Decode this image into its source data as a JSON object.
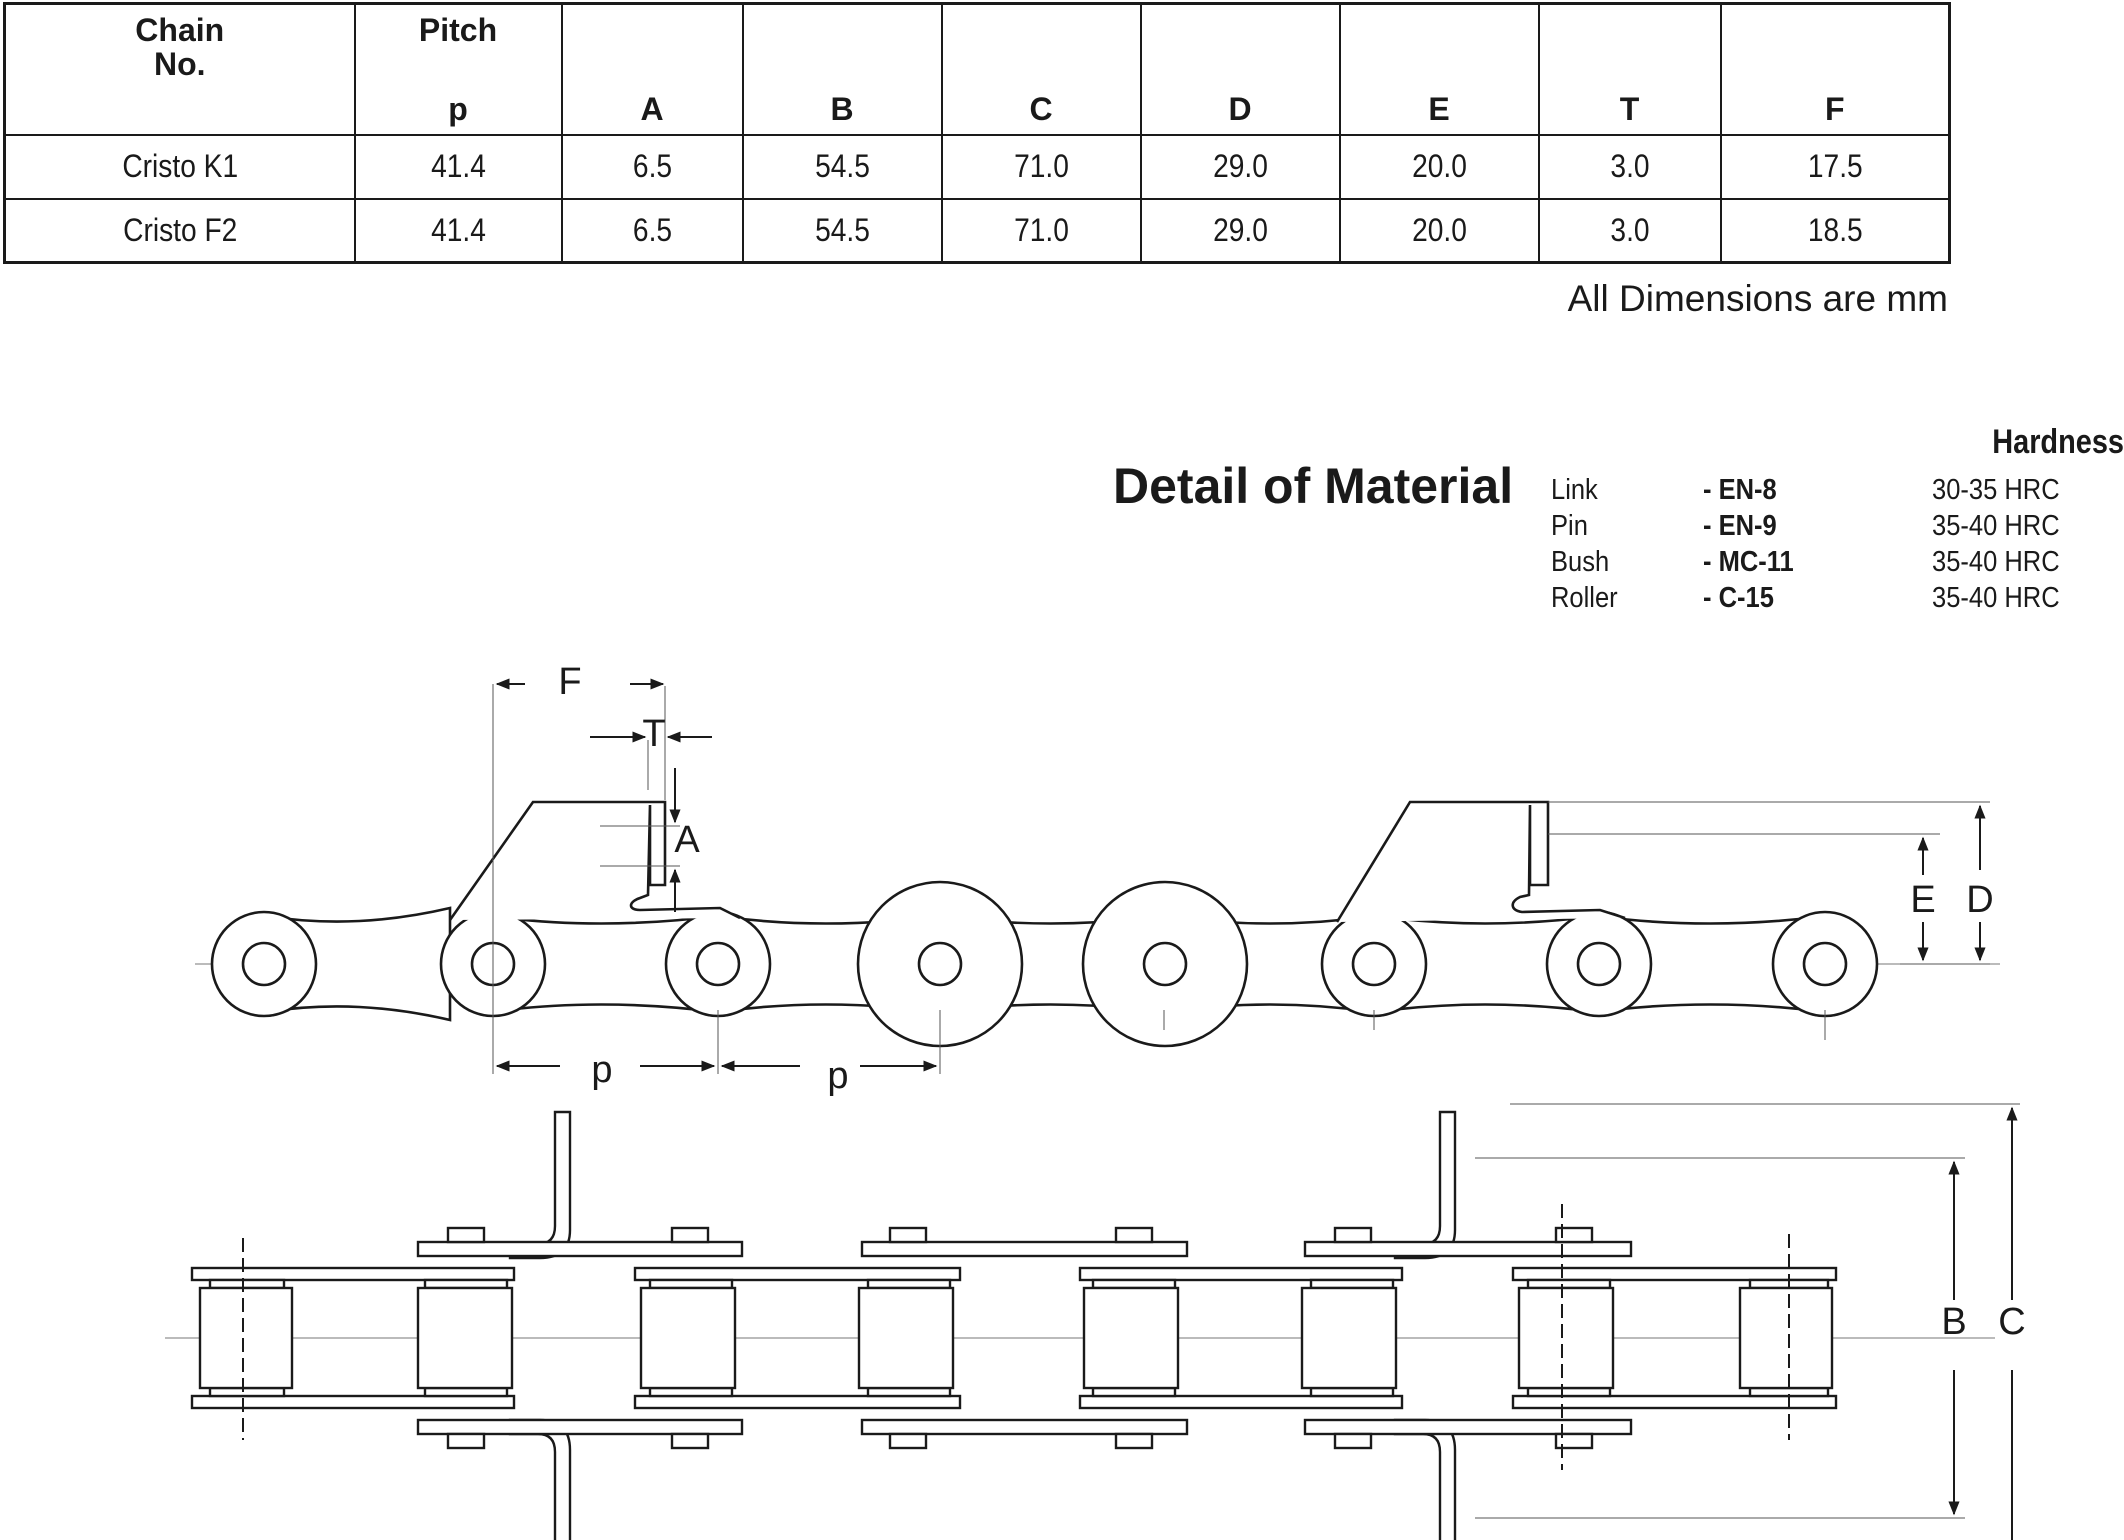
{
  "table": {
    "headers": [
      {
        "top": [
          "Chain",
          "No."
        ],
        "bottom": ""
      },
      {
        "top": [
          "Pitch"
        ],
        "bottom": "p"
      },
      {
        "top": [],
        "bottom": "A"
      },
      {
        "top": [],
        "bottom": "B"
      },
      {
        "top": [],
        "bottom": "C"
      },
      {
        "top": [],
        "bottom": "D"
      },
      {
        "top": [],
        "bottom": "E"
      },
      {
        "top": [],
        "bottom": "T"
      },
      {
        "top": [],
        "bottom": "F"
      }
    ],
    "rows": [
      [
        "Cristo K1",
        "41.4",
        "6.5",
        "54.5",
        "71.0",
        "29.0",
        "20.0",
        "3.0",
        "17.5"
      ],
      [
        "Cristo F2",
        "41.4",
        "6.5",
        "54.5",
        "71.0",
        "29.0",
        "20.0",
        "3.0",
        "18.5"
      ]
    ]
  },
  "units_note": "All Dimensions are mm",
  "materials": {
    "title": "Detail of Material",
    "hardness_heading": "Hardness",
    "items": [
      {
        "part": "Link",
        "grade": "- EN-8",
        "hardness": "30-35 HRC"
      },
      {
        "part": "Pin",
        "grade": "- EN-9",
        "hardness": "35-40 HRC"
      },
      {
        "part": "Bush",
        "grade": "- MC-11",
        "hardness": "35-40 HRC"
      },
      {
        "part": "Roller",
        "grade": "- C-15",
        "hardness": "35-40 HRC"
      }
    ]
  },
  "diagram_labels": {
    "F": "F",
    "T": "T",
    "A": "A",
    "E": "E",
    "D": "D",
    "p1": "p",
    "p2": "p",
    "B": "B",
    "C": "C"
  }
}
